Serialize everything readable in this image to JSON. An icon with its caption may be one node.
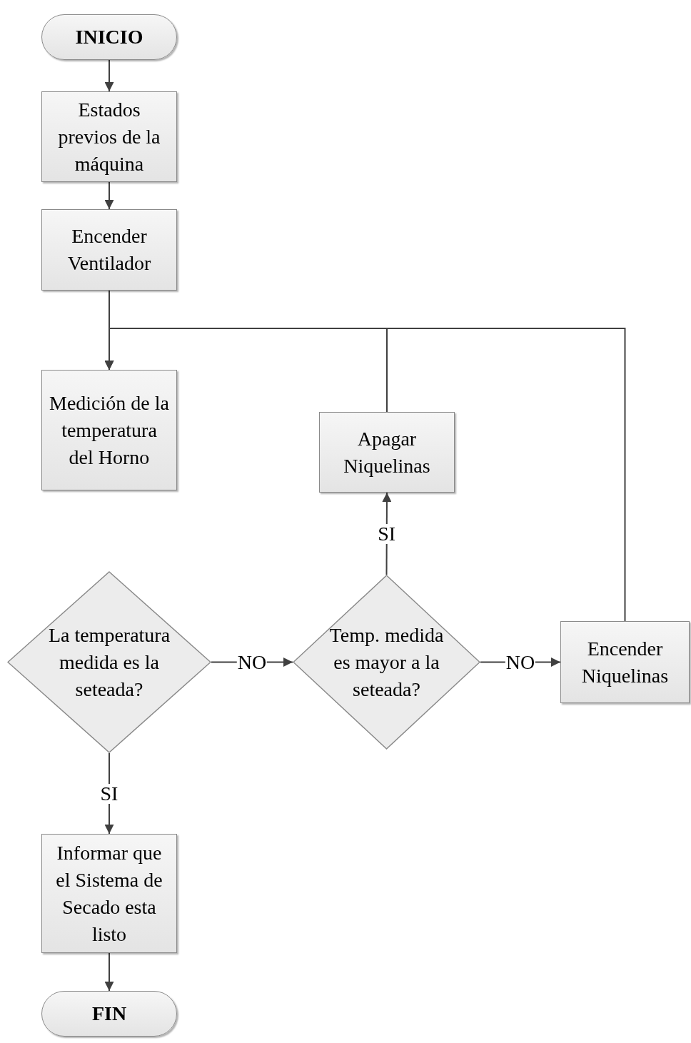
{
  "diagram": {
    "nodes": [
      {
        "text": [
          "INICIO"
        ]
      },
      {
        "text": [
          "Estados previos de la máquina"
        ]
      },
      {
        "text": [
          "Encender Ventilador"
        ]
      },
      {
        "text": [
          "Medición de la temperatura del Horno"
        ]
      },
      {
        "text": [
          "La temperatura medida es la seteada?"
        ]
      },
      {
        "text": [
          "Temp. medida es mayor a la seteada?"
        ]
      },
      {
        "text": [
          "Apagar Niquelinas"
        ]
      },
      {
        "text": [
          "Encender Niquelinas"
        ]
      },
      {
        "text": [
          "Informar que el Sistema de Secado esta listo"
        ]
      },
      {
        "text": [
          "FIN"
        ]
      }
    ],
    "edges": [
      {
        "from": 0,
        "to": 1,
        "arrow": "to"
      },
      {
        "from": 1,
        "to": 2,
        "arrow": "to"
      },
      {
        "from": 2,
        "to": 3,
        "arrow": "to"
      },
      {
        "from": 4,
        "to": 5,
        "arrow": "to",
        "label": "NO"
      },
      {
        "from": 5,
        "to": 7,
        "arrow": "to",
        "label": "NO"
      },
      {
        "from": 5,
        "to": 6,
        "arrow": "to",
        "label": "SI"
      },
      {
        "from": 6,
        "to": 3,
        "arrow": "to"
      },
      {
        "from": 7,
        "to": 3,
        "arrow": "to"
      },
      {
        "from": 4,
        "to": 8,
        "arrow": "to",
        "label": "SI"
      },
      {
        "from": 8,
        "to": 9,
        "arrow": "to"
      }
    ]
  }
}
